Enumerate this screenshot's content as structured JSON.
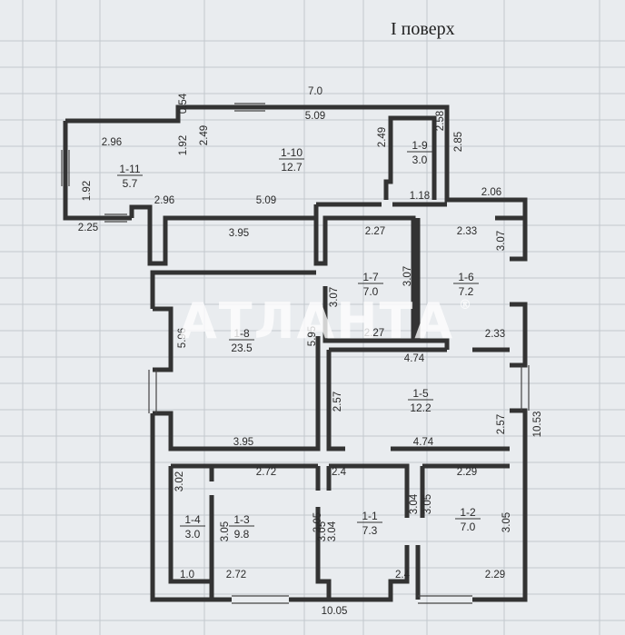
{
  "floor_title": "I поверх",
  "watermark": "АТЛАНТА",
  "watermark_mark": "®",
  "rooms": [
    {
      "id": "1-11",
      "area": "5.7"
    },
    {
      "id": "1-10",
      "area": "12.7"
    },
    {
      "id": "1-9",
      "area": "3.0"
    },
    {
      "id": "1-7",
      "area": "7.0"
    },
    {
      "id": "1-6",
      "area": "7.2"
    },
    {
      "id": "1-8",
      "area": "23.5"
    },
    {
      "id": "1-5",
      "area": "12.2"
    },
    {
      "id": "1-4",
      "area": "3.0"
    },
    {
      "id": "1-3",
      "area": "9.8"
    },
    {
      "id": "1-1",
      "area": "7.3"
    },
    {
      "id": "1-2",
      "area": "7.0"
    }
  ],
  "dimensions": [
    "7.0",
    "0.54",
    "5.09",
    "2.96",
    "1.92",
    "2.49",
    "2.49",
    "2.58",
    "2.85",
    "1.92",
    "2.25",
    "2.96",
    "5.09",
    "3.95",
    "1.18",
    "2.06",
    "2.27",
    "2.33",
    "3.07",
    "3.07",
    "3.07",
    "5.96",
    "5.95",
    "2.27",
    "2.33",
    "4.74",
    "2.57",
    "2.57",
    "10.53",
    "3.95",
    "4.74",
    "3.02",
    "2.72",
    "2.4",
    "2.29",
    "3.05",
    "3.05",
    "3.04",
    "3.05",
    "3.04",
    "3.05",
    "3.05",
    "1.0",
    "2.72",
    "2.4",
    "2.29",
    "10.05"
  ],
  "colors": {
    "wall": "#333333",
    "paper": "#e9ecef",
    "grid": "#b9c0c6",
    "watermark": "#ffffff"
  }
}
